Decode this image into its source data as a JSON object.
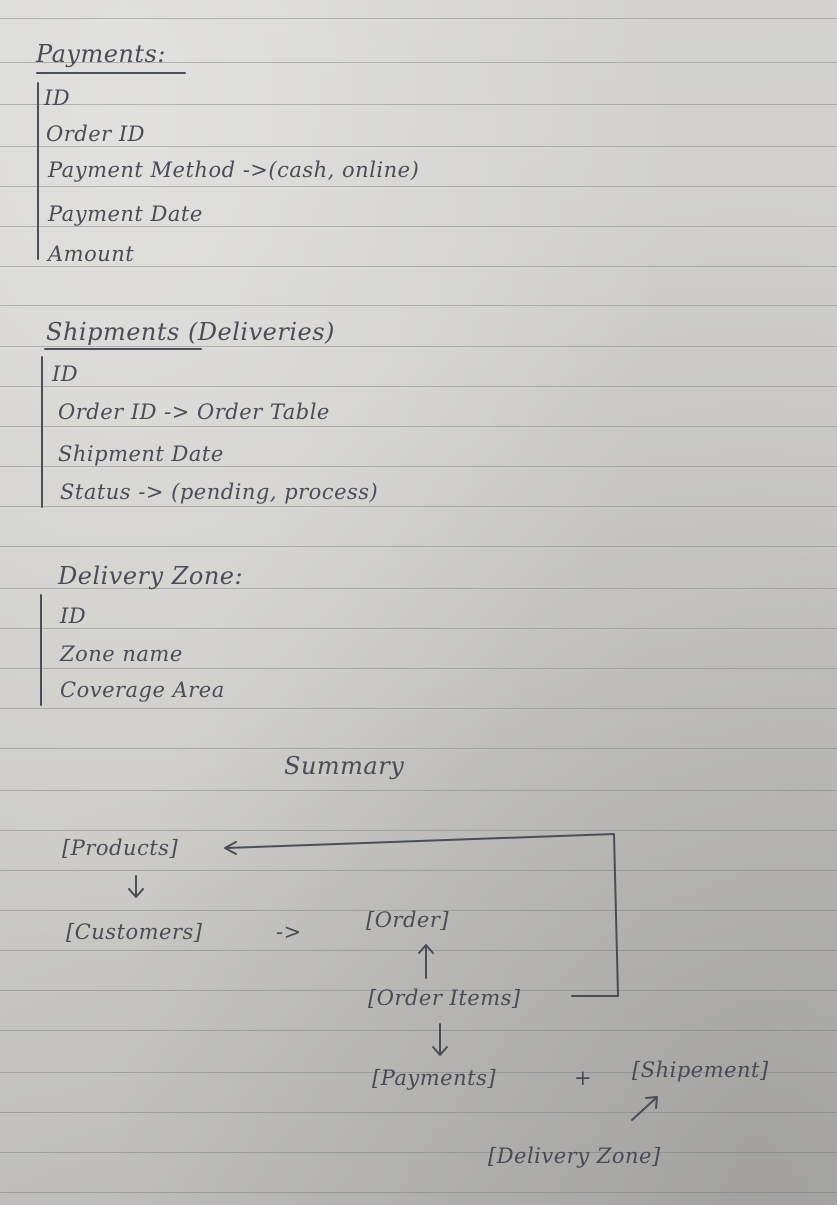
{
  "payments": {
    "heading": "Payments:",
    "fields": [
      "ID",
      "Order ID",
      "Payment Method ->(cash, online)",
      "Payment Date",
      "Amount"
    ]
  },
  "shipments": {
    "heading": "Shipments (Deliveries)",
    "fields": [
      "ID",
      "Order ID -> Order Table",
      "Shipment Date",
      "Status -> (pending, process)"
    ]
  },
  "delivery_zone": {
    "heading": "Delivery Zone:",
    "fields": [
      "ID",
      "Zone name",
      "Coverage Area"
    ]
  },
  "summary": {
    "heading": "Summary",
    "nodes": {
      "products": "[Products]",
      "customers": "[Customers]",
      "order": "[Order]",
      "order_items": "[Order Items]",
      "payments": "[Payments]",
      "shipment": "[Shipement]",
      "delivery_zone": "[Delivery Zone]"
    },
    "arrows": {
      "customers_to_order": "->",
      "plus": "+"
    }
  }
}
